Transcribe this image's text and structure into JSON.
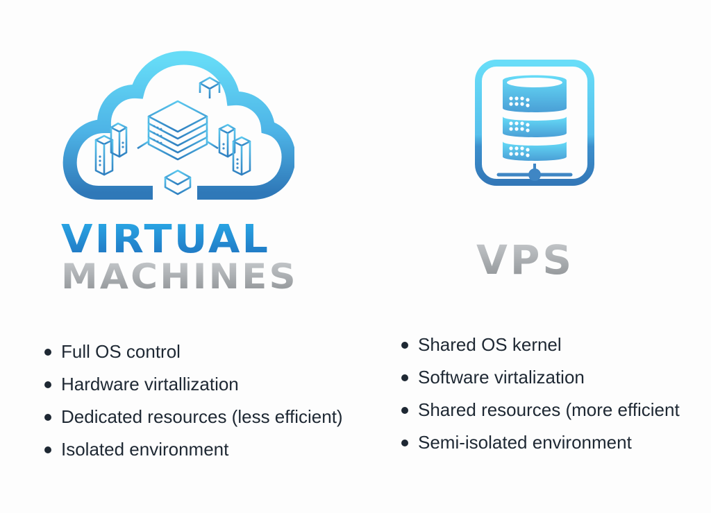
{
  "vm": {
    "icon": "cloud-servers-icon",
    "title_line1": "VIRTUAL",
    "title_line2": "MACHINES",
    "features": [
      "Full OS control",
      "Hardware virtallization",
      "Dedicated resources (less efficient)",
      "Isolated environment"
    ]
  },
  "vps": {
    "icon": "database-server-icon",
    "title": "VPS",
    "features": [
      "Shared OS kernel",
      "Software virtalization",
      "Shared resources (more efficient",
      "Semi-isolated environment"
    ]
  },
  "colors": {
    "accent_light": "#5ad4f5",
    "accent_dark": "#2a72b5",
    "title_blue": "#1f8fd8",
    "title_gray": "#a4a7aa",
    "text": "#1e2833",
    "background": "#fdfdfd"
  }
}
